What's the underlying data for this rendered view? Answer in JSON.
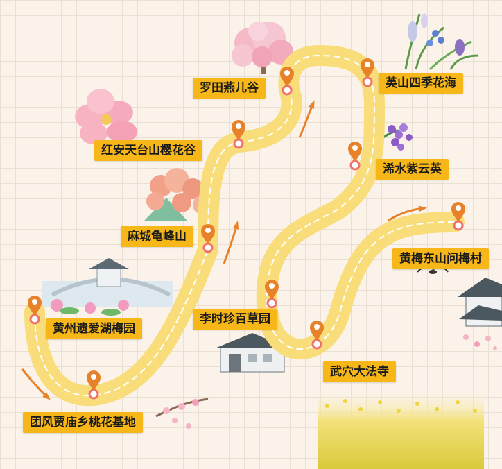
{
  "colors": {
    "route": "#f8dd7a",
    "route_dash": "#ffffff",
    "pin": "#e8822a",
    "pin_base": "#f26f6f",
    "arrow": "#e8822a",
    "label_bg": "#f7b719"
  },
  "stops": [
    {
      "id": "luotian",
      "label": "罗田燕儿谷"
    },
    {
      "id": "yingshan",
      "label": "英山四季花海"
    },
    {
      "id": "hongan",
      "label": "红安天台山樱花谷"
    },
    {
      "id": "xishui",
      "label": "浠水紫云英"
    },
    {
      "id": "macheng",
      "label": "麻城龟峰山"
    },
    {
      "id": "huangmei",
      "label": "黄梅东山问梅村"
    },
    {
      "id": "huangzhou",
      "label": "黄州遗爱湖梅园"
    },
    {
      "id": "lishizhen",
      "label": "李时珍百草园"
    },
    {
      "id": "wuxue",
      "label": "武穴大法寺"
    },
    {
      "id": "tuanfeng",
      "label": "团风贾庙乡桃花基地"
    }
  ]
}
